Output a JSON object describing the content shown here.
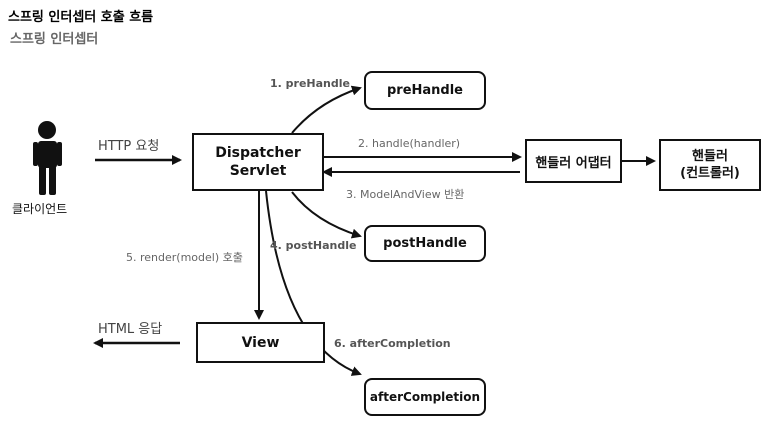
{
  "header": {
    "title": "스프링 인터셉터 호출 흐름",
    "subtitle": "스프링 인터셉터"
  },
  "nodes": {
    "client": "클라이언트",
    "dispatcher": "Dispatcher\nServlet",
    "prehandle": "preHandle",
    "posthandle": "postHandle",
    "aftercompletion": "afterCompletion",
    "adapter": "핸들러 어댑터",
    "handler": "핸들러\n(컨트롤러)",
    "view": "View"
  },
  "edges": {
    "http_request": "HTTP 요청",
    "step1": "1. preHandle",
    "step2": "2. handle(handler)",
    "step3": "3. ModelAndView 반환",
    "step4": "4. postHandle",
    "step5": "5. render(model) 호출",
    "step6": "6. afterCompletion",
    "html_response": "HTML 응답"
  }
}
